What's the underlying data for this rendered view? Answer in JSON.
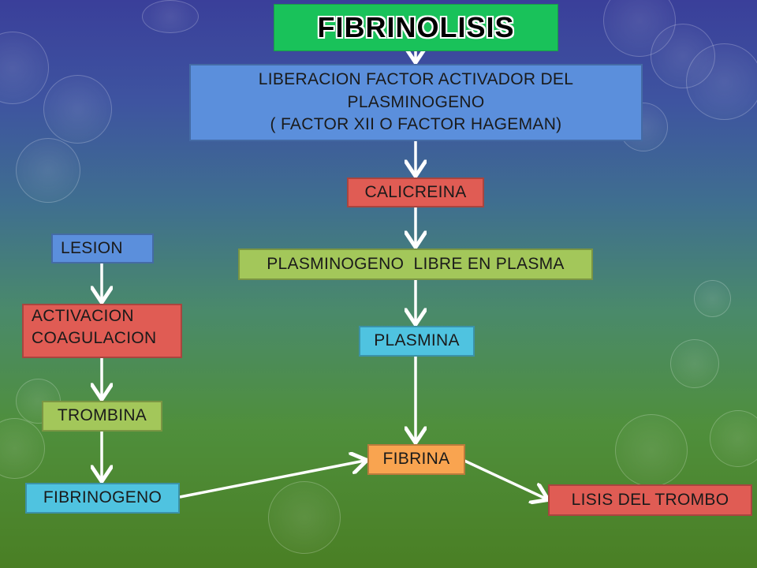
{
  "title": "FIBRINOLISIS",
  "nodes": {
    "liberacion_line1": "LIBERACION FACTOR ACTIVADOR DEL",
    "liberacion_line2": "PLASMINOGENO",
    "liberacion_line3": "( FACTOR XII O FACTOR HAGEMAN)",
    "calicreina": "CALICREINA",
    "plasminogeno_libre": "PLASMINOGENO  LIBRE EN PLASMA",
    "plasmina": "PLASMINA",
    "fibrina": "FIBRINA",
    "lisis": "LISIS DEL TROMBO",
    "lesion": "LESION",
    "activacion_line1": "ACTIVACION",
    "activacion_line2": "COAGULACION",
    "trombina": "TROMBINA",
    "fibrinogeno": "FIBRINOGENO"
  },
  "colors": {
    "blue": "#5b8fdc",
    "red": "#e05c54",
    "green": "#a3c75a",
    "cyan": "#4fc3e0",
    "orange": "#f9a450",
    "title_green": "#19c25a"
  }
}
